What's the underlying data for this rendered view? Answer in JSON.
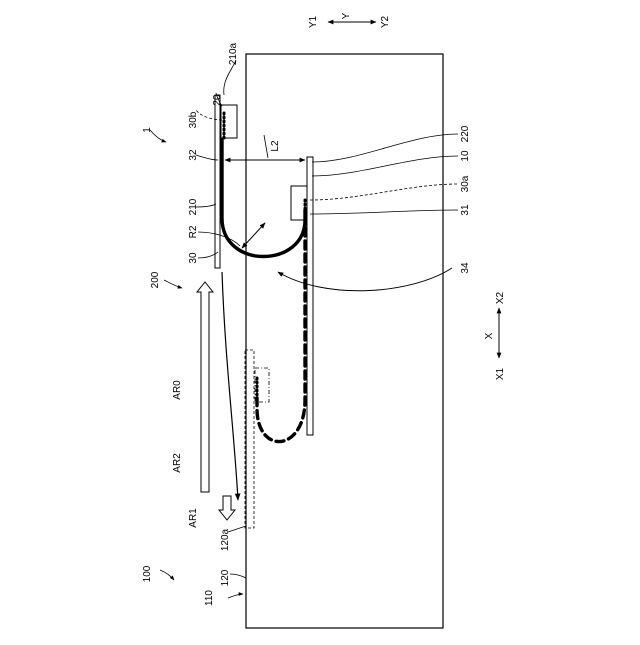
{
  "labels": {
    "l_100": "100",
    "l_110": "110",
    "l_120": "120",
    "l_120a": "120a",
    "l_200": "200",
    "l_210": "210",
    "l_210a": "210a",
    "l_220": "220",
    "l_1": "1",
    "l_10": "10",
    "l_20": "20",
    "l_30": "30",
    "l_30a": "30a",
    "l_30b": "30b",
    "l_31": "31",
    "l_32": "32",
    "l_34": "34",
    "l_L2": "L2",
    "l_R2": "R2",
    "l_AR0": "AR0",
    "l_AR1": "AR1",
    "l_AR2": "AR2",
    "l_X": "X",
    "l_X1": "X1",
    "l_X2": "X2",
    "l_Y": "Y",
    "l_Y1": "Y1",
    "l_Y2": "Y2"
  }
}
